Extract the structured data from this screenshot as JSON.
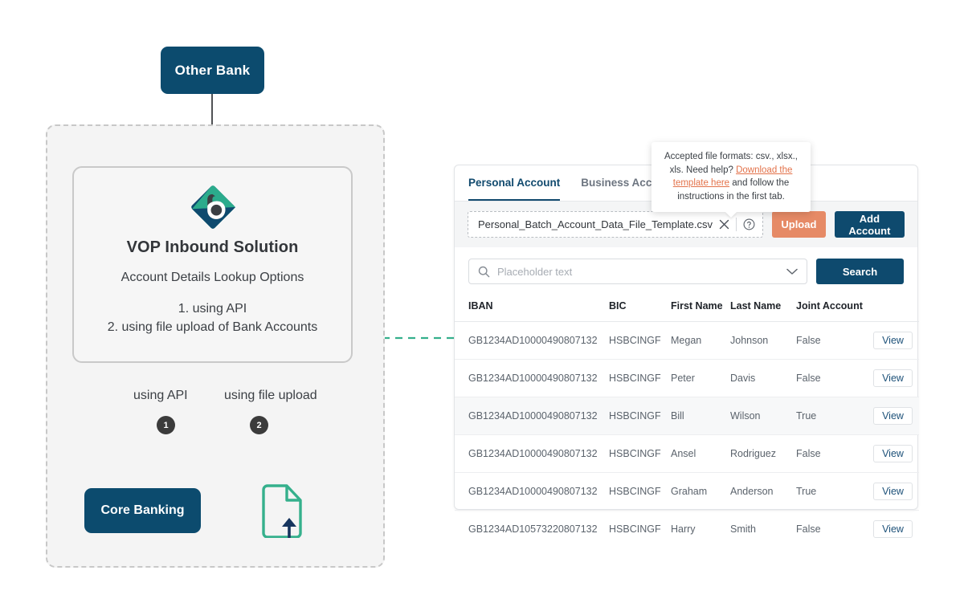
{
  "diagram": {
    "other_bank_label": "Other Bank",
    "vop": {
      "logo_icon": "bank-diamond-logo-icon",
      "title": "VOP Inbound Solution",
      "subtitle": "Account Details Lookup Options",
      "option_1": "1. using API",
      "option_2": "2. using file upload of Bank Accounts"
    },
    "branch_api_label": "using API",
    "branch_file_label": "using file upload",
    "num_1": "1",
    "num_2": "2",
    "core_banking_label": "Core Banking",
    "file_upload_icon": "file-upload-icon",
    "colors": {
      "navy": "#0c4b6e",
      "teal": "#35b08c",
      "dark_circle": "#3b3b3b",
      "container_fill": "#f4f4f4"
    }
  },
  "panel": {
    "tabs": [
      {
        "label": "Personal Account",
        "active": true
      },
      {
        "label": "Business Account",
        "active": false
      }
    ],
    "upload_row": {
      "file_name": "Personal_Batch_Account_Data_File_Template.csv",
      "clear_icon": "close-x-icon",
      "help_icon": "question-circle-icon",
      "upload_label": "Upload",
      "add_account_label": "Add Account"
    },
    "search": {
      "search_icon": "search-icon",
      "placeholder": "Placeholder text",
      "value": "",
      "dropdown_icon": "chevron-down-icon",
      "button_label": "Search"
    },
    "table": {
      "columns": [
        "IBAN",
        "BIC",
        "First Name",
        "Last Name",
        "Joint Account",
        ""
      ],
      "action_label": "View",
      "rows": [
        {
          "iban": "GB1234AD10000490807132",
          "bic": "HSBCINGF",
          "first_name": "Megan",
          "last_name": "Johnson",
          "joint": "False",
          "action": "View",
          "alt": false
        },
        {
          "iban": "GB1234AD10000490807132",
          "bic": "HSBCINGF",
          "first_name": "Peter",
          "last_name": "Davis",
          "joint": "False",
          "action": "View",
          "alt": false
        },
        {
          "iban": "GB1234AD10000490807132",
          "bic": "HSBCINGF",
          "first_name": "Bill",
          "last_name": "Wilson",
          "joint": "True",
          "action": "View",
          "alt": true
        },
        {
          "iban": "GB1234AD10000490807132",
          "bic": "HSBCINGF",
          "first_name": "Ansel",
          "last_name": "Rodriguez",
          "joint": "False",
          "action": "View",
          "alt": false
        },
        {
          "iban": "GB1234AD10000490807132",
          "bic": "HSBCINGF",
          "first_name": "Graham",
          "last_name": "Anderson",
          "joint": "True",
          "action": "View",
          "alt": false
        },
        {
          "iban": "GB1234AD10573220807132",
          "bic": "HSBCINGF",
          "first_name": "Harry",
          "last_name": "Smith",
          "joint": "False",
          "action": "View",
          "alt": false
        }
      ]
    },
    "colors": {
      "primary": "#0e4a6e",
      "upload": "#e68a66",
      "link": "#e3724a"
    }
  },
  "tooltip": {
    "line_1": "Accepted file formats: csv., xlsx., xls.",
    "line_2_prefix": "Need help? ",
    "link_text": "Download the template here",
    "line_2_suffix": " and follow the instructions in the first tab."
  }
}
